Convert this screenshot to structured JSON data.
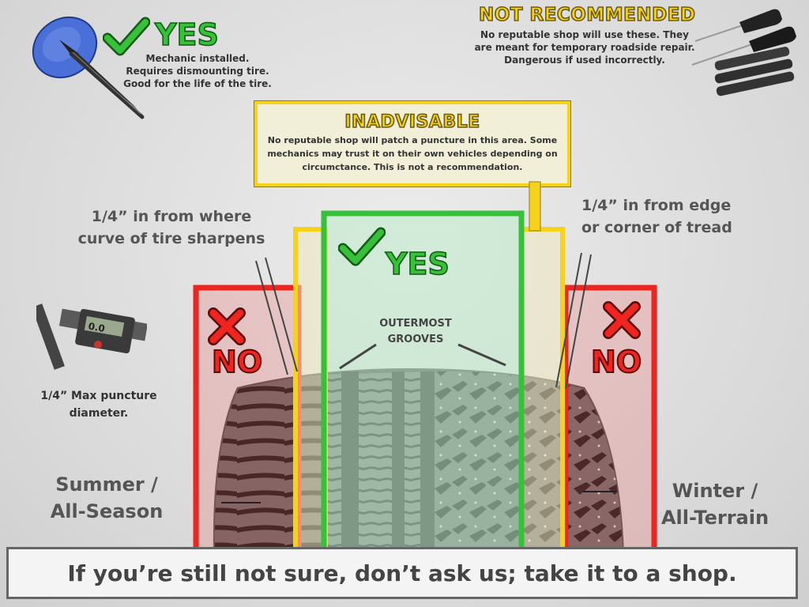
{
  "top_left": {
    "title": "YES",
    "lines": [
      "Mechanic installed.",
      "Requires dismounting tire.",
      "Good for the life of the tire."
    ]
  },
  "top_right": {
    "title": "NOT RECOMMENDED",
    "lines": [
      "No reputable shop will use these. They",
      "are meant for temporary roadside repair.",
      "Dangerous if used incorrectly."
    ]
  },
  "inadvisable": {
    "title": "INADVISABLE",
    "lines": [
      "No reputable shop will patch a puncture in this area. Some",
      "mechanics may trust it on their own vehicles depending on",
      "circumctance. This is not a recommendation."
    ]
  },
  "left_label": [
    "1/4” in from where",
    "curve of tire sharpens"
  ],
  "right_label": [
    "1/4” in from edge",
    "or corner of tread"
  ],
  "center": {
    "title": "YES",
    "grooves": [
      "OUTERMOST",
      "GROOVES"
    ]
  },
  "no_left": "NO",
  "no_right": "NO",
  "caliper_note": [
    "1/4” Max puncture",
    "diameter."
  ],
  "tire_left": [
    "Summer /",
    "All-Season"
  ],
  "tire_right": [
    "Winter /",
    "All-Terrain"
  ],
  "footer": "If you’re still not sure, don’t ask us; take it to a shop.",
  "colors": {
    "yes_green": "#37c03a",
    "zone_yellow": "#f6d31a",
    "zone_red": "#ee2420",
    "no_red": "#f0251f"
  }
}
